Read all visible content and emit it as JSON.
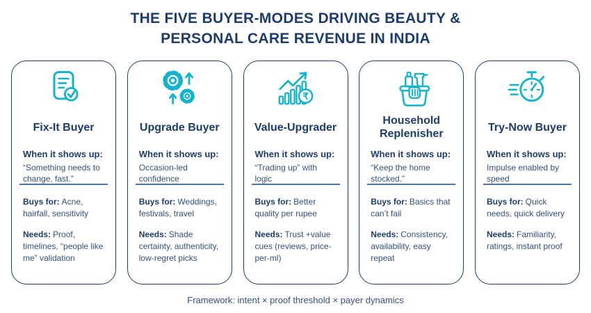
{
  "page_title": {
    "line1": "THE FIVE BUYER-MODES DRIVING BEAUTY &",
    "line2": "PERSONAL CARE REVENUE IN INDIA"
  },
  "footer_note": "Framework: intent × proof threshold × payer dynamics",
  "colors": {
    "navy": "#1d3c6e",
    "slate": "#32517e",
    "teal": "#13b3ce",
    "divider": "#4d72a3",
    "background": "#ffffff"
  },
  "icons": {
    "rupee_glyph": "₹"
  },
  "cards": [
    {
      "icon": "document-check-icon",
      "title": "Fix-It Buyer",
      "when_label": "When it shows up:",
      "when_text": "“Something needs to change, fast.”",
      "buys_label": "Buys for:",
      "buys_text": "Acne, hairfall, sensitivity",
      "needs_label": "Needs:",
      "needs_text": "Proof, timelines, “people like me” validation"
    },
    {
      "icon": "gears-upgrade-icon",
      "title": "Upgrade Buyer",
      "when_label": "When it shows up:",
      "when_text": "Occasion-led confidence",
      "buys_label": "Buys for:",
      "buys_text": "Weddings, festivals, travel",
      "needs_label": "Needs:",
      "needs_text": "Shade certainty, authenticity, low-regret picks"
    },
    {
      "icon": "growth-chart-rupee-icon",
      "title": "Value-Upgrader",
      "when_label": "When it shows up:",
      "when_text": "“Trading up” with logic",
      "buys_label": "Buys for:",
      "buys_text": "Better quality per rupee",
      "needs_label": "Needs:",
      "needs_text": "Trust +value cues (reviews, price-per-ml)"
    },
    {
      "icon": "cleaning-basket-icon",
      "title": "Household Replenisher",
      "when_label": "When it shows up:",
      "when_text": "“Keep the home stocked.”",
      "buys_label": "Buys for:",
      "buys_text": "Basics that can’t fail",
      "needs_label": "Needs:",
      "needs_text": "Consistency, availability, easy repeat"
    },
    {
      "icon": "stopwatch-speed-icon",
      "title": "Try-Now Buyer",
      "when_label": "When it shows up:",
      "when_text": "Impulse enabled by speed",
      "buys_label": "Buys for:",
      "buys_text": "Quick needs, quick delivery",
      "needs_label": "Needs:",
      "needs_text": "Familiarity, ratings, instant proof"
    }
  ]
}
